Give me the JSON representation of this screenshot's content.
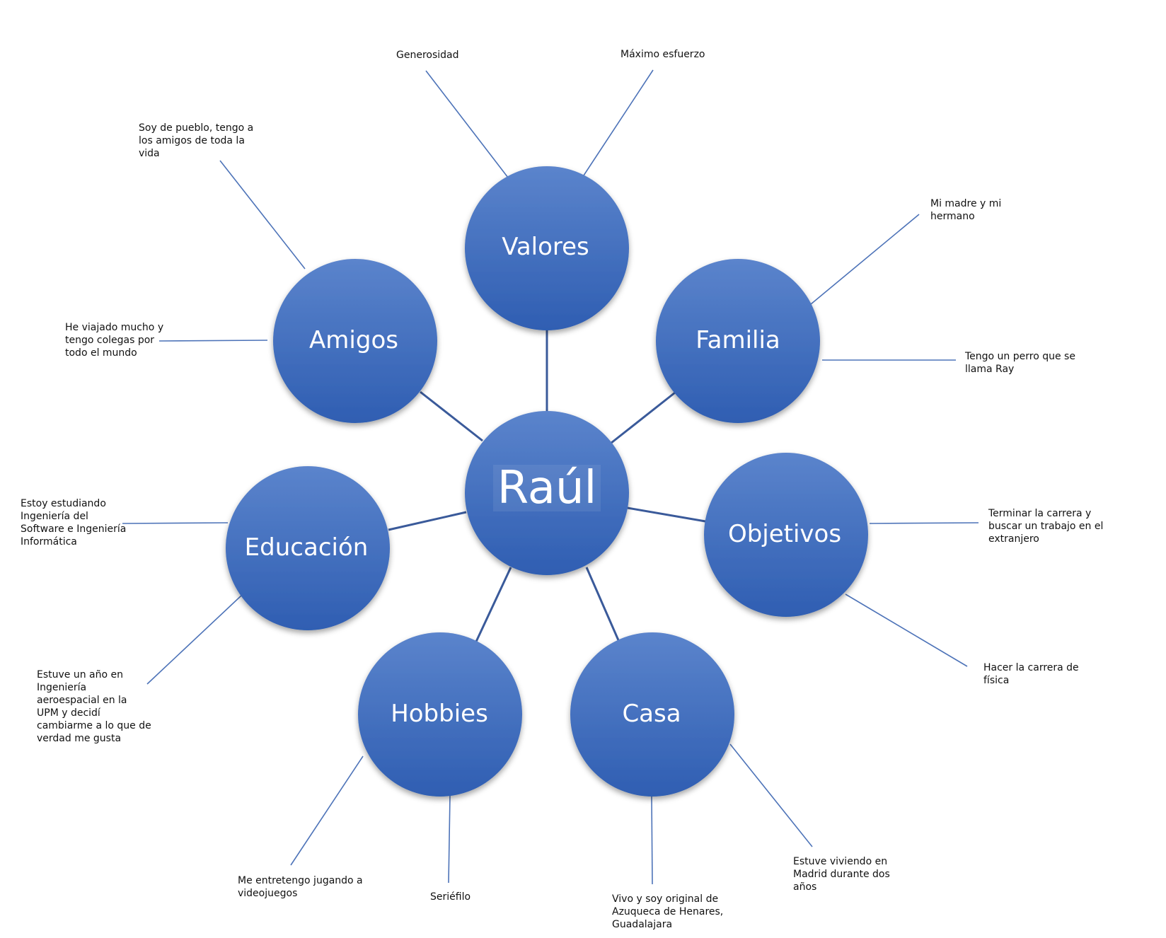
{
  "center": {
    "label": "Raúl"
  },
  "nodes": [
    {
      "id": "valores",
      "label": "Valores"
    },
    {
      "id": "familia",
      "label": "Familia"
    },
    {
      "id": "objetivos",
      "label": "Objetivos"
    },
    {
      "id": "casa",
      "label": "Casa"
    },
    {
      "id": "hobbies",
      "label": "Hobbies"
    },
    {
      "id": "educacion",
      "label": "Educación"
    },
    {
      "id": "amigos",
      "label": "Amigos"
    }
  ],
  "notes": {
    "valores_1": [
      "Generosidad"
    ],
    "valores_2": [
      "Máximo esfuerzo"
    ],
    "familia_1": [
      "Mi madre y mi",
      "hermano"
    ],
    "familia_2": [
      "Tengo un perro que se",
      "llama Ray"
    ],
    "objetivos_1": [
      "Terminar la carrera y",
      "buscar un trabajo en el",
      "extranjero"
    ],
    "objetivos_2": [
      "Hacer la carrera de",
      "física"
    ],
    "casa_1": [
      "Estuve viviendo en",
      "Madrid durante dos",
      "años"
    ],
    "casa_2": [
      "Vivo y soy original de",
      "Azuqueca de Henares,",
      "Guadalajara"
    ],
    "hobbies_1": [
      "Seriéfilo"
    ],
    "hobbies_2": [
      "Me entretengo jugando a",
      "videojuegos"
    ],
    "educacion_1": [
      "Estuve un año en",
      "Ingeniería",
      "aeroespacial en la",
      "UPM y decidí",
      "cambiarme a lo que de",
      "verdad me gusta"
    ],
    "educacion_2": [
      "Estoy estudiando",
      "Ingeniería del",
      "Software e Ingeniería",
      "Informática"
    ],
    "amigos_1": [
      "He viajado mucho y",
      "tengo colegas por",
      "todo el mundo"
    ],
    "amigos_2": [
      "Soy de pueblo, tengo a",
      "los amigos de toda la",
      "vida"
    ]
  },
  "colors": {
    "circle_top": "#5b84cc",
    "circle_bottom": "#2f5eb2",
    "connector": "#3a5a9a",
    "leader": "#4d73b8"
  }
}
